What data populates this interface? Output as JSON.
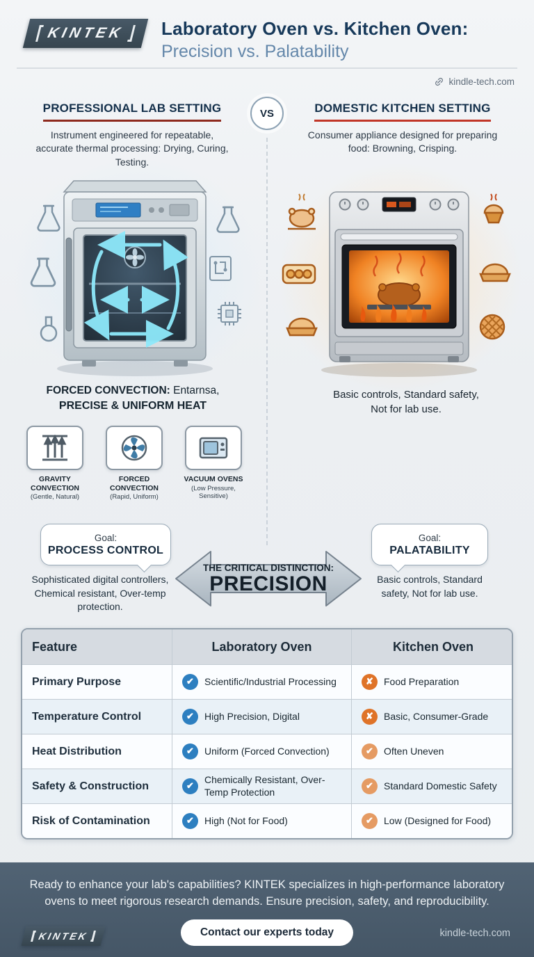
{
  "header": {
    "logo_text": "KINTEK",
    "title_line1": "Laboratory Oven vs. Kitchen Oven:",
    "title_line2": "Precision vs. Palatability",
    "website": "kindle-tech.com"
  },
  "sections": {
    "vs_label": "VS",
    "lab": {
      "heading": "PROFESSIONAL LAB SETTING",
      "description": "Instrument engineered for repeatable, accurate thermal processing: Drying, Curing, Testing.",
      "caption_bold_prefix": "FORCED CONVECTION:",
      "caption_rest": " Entarnsa,",
      "caption_line2": "PRECISE & UNIFORM HEAT"
    },
    "kitchen": {
      "heading": "DOMESTIC KITCHEN SETTING",
      "description": "Consumer appliance designed for preparing food: Browning, Crisping.",
      "caption_line1": "Basic controls, Standard safety,",
      "caption_line2": "Not for lab use."
    }
  },
  "oven_types": [
    {
      "name": "GRAVITY CONVECTION",
      "subtitle": "(Gentle, Natural)"
    },
    {
      "name": "FORCED CONVECTION",
      "subtitle": "(Rapid, Uniform)"
    },
    {
      "name": "VACUUM OVENS",
      "subtitle": "(Low Pressure, Sensitive)"
    }
  ],
  "distinction": {
    "left_goal_label": "Goal:",
    "left_goal_value": "PROCESS CONTROL",
    "left_details": "Sophisticated digital controllers, Chemical resistant, Over-temp protection.",
    "arrow_title": "THE CRITICAL DISTINCTION:",
    "arrow_keyword": "PRECISION",
    "right_goal_label": "Goal:",
    "right_goal_value": "PALATABILITY",
    "right_details": "Basic controls, Standard safety, Not for lab use."
  },
  "table": {
    "headers": [
      "Feature",
      "Laboratory Oven",
      "Kitchen Oven"
    ],
    "rows": [
      {
        "feature": "Primary Purpose",
        "lab_value": "Scientific/Industrial Processing",
        "lab_glyph": "✔",
        "lab_color": "#2d7fc0",
        "kitchen_value": "Food Preparation",
        "kitchen_glyph": "✘",
        "kitchen_color": "#df7328"
      },
      {
        "feature": "Temperature Control",
        "lab_value": "High Precision, Digital",
        "lab_glyph": "✔",
        "lab_color": "#2d7fc0",
        "kitchen_value": "Basic, Consumer-Grade",
        "kitchen_glyph": "✘",
        "kitchen_color": "#df7328"
      },
      {
        "feature": "Heat Distribution",
        "lab_value": "Uniform (Forced Convection)",
        "lab_glyph": "✔",
        "lab_color": "#2d7fc0",
        "kitchen_value": "Often Uneven",
        "kitchen_glyph": "✔",
        "kitchen_color": "#e59b63"
      },
      {
        "feature": "Safety & Construction",
        "lab_value": "Chemically Resistant, Over-Temp Protection",
        "lab_glyph": "✔",
        "lab_color": "#2d7fc0",
        "kitchen_value": "Standard Domestic Safety",
        "kitchen_glyph": "✔",
        "kitchen_color": "#e59b63"
      },
      {
        "feature": "Risk of Contamination",
        "lab_value": "High (Not for Food)",
        "lab_glyph": "✔",
        "lab_color": "#2d7fc0",
        "kitchen_value": "Low (Designed for Food)",
        "kitchen_glyph": "✔",
        "kitchen_color": "#e59b63"
      }
    ]
  },
  "footer": {
    "message": "Ready to enhance your lab's capabilities? KINTEK specializes in high-performance laboratory ovens to meet rigorous research demands. Ensure precision, safety, and reproducibility.",
    "logo_text": "KINTEK",
    "cta_label": "Contact our experts today",
    "website": "kindle-tech.com"
  }
}
